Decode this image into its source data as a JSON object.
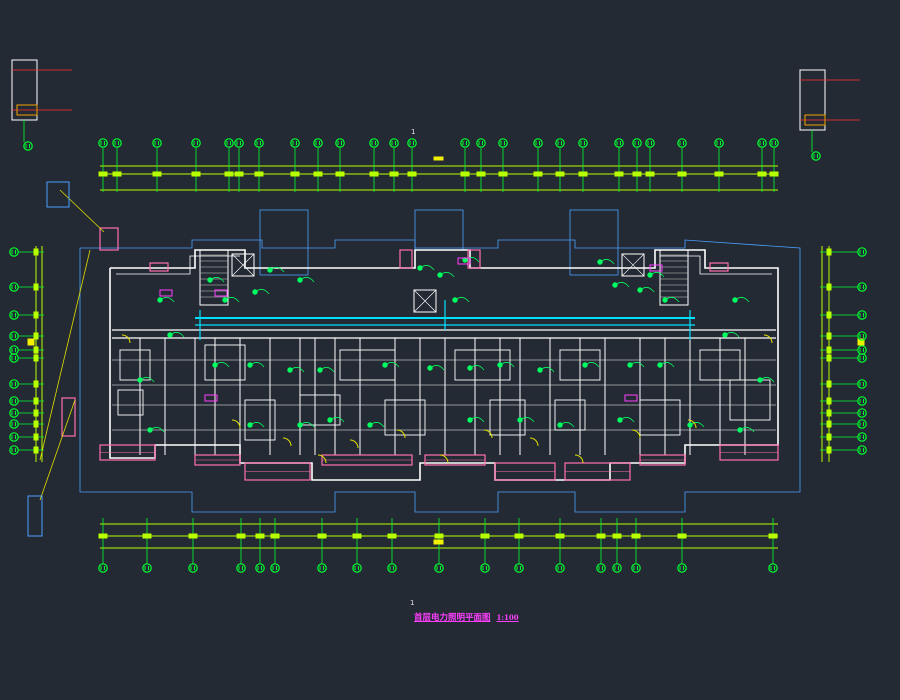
{
  "drawing": {
    "title": "首层电力照明平面图",
    "scale": "1:100",
    "detail_mark_top": "1",
    "detail_mark_bottom": "1"
  },
  "colors": {
    "background": "#242a33",
    "wall": "#ffffff",
    "axis": "#00ff30",
    "dimension": "#b8ff00",
    "window": "#ff6fb0",
    "wiring": "#00e0ff",
    "equipment": "#00ff60",
    "text": "#ff3fff",
    "boundary": "#4aa0ff",
    "door": "#e0e000"
  }
}
